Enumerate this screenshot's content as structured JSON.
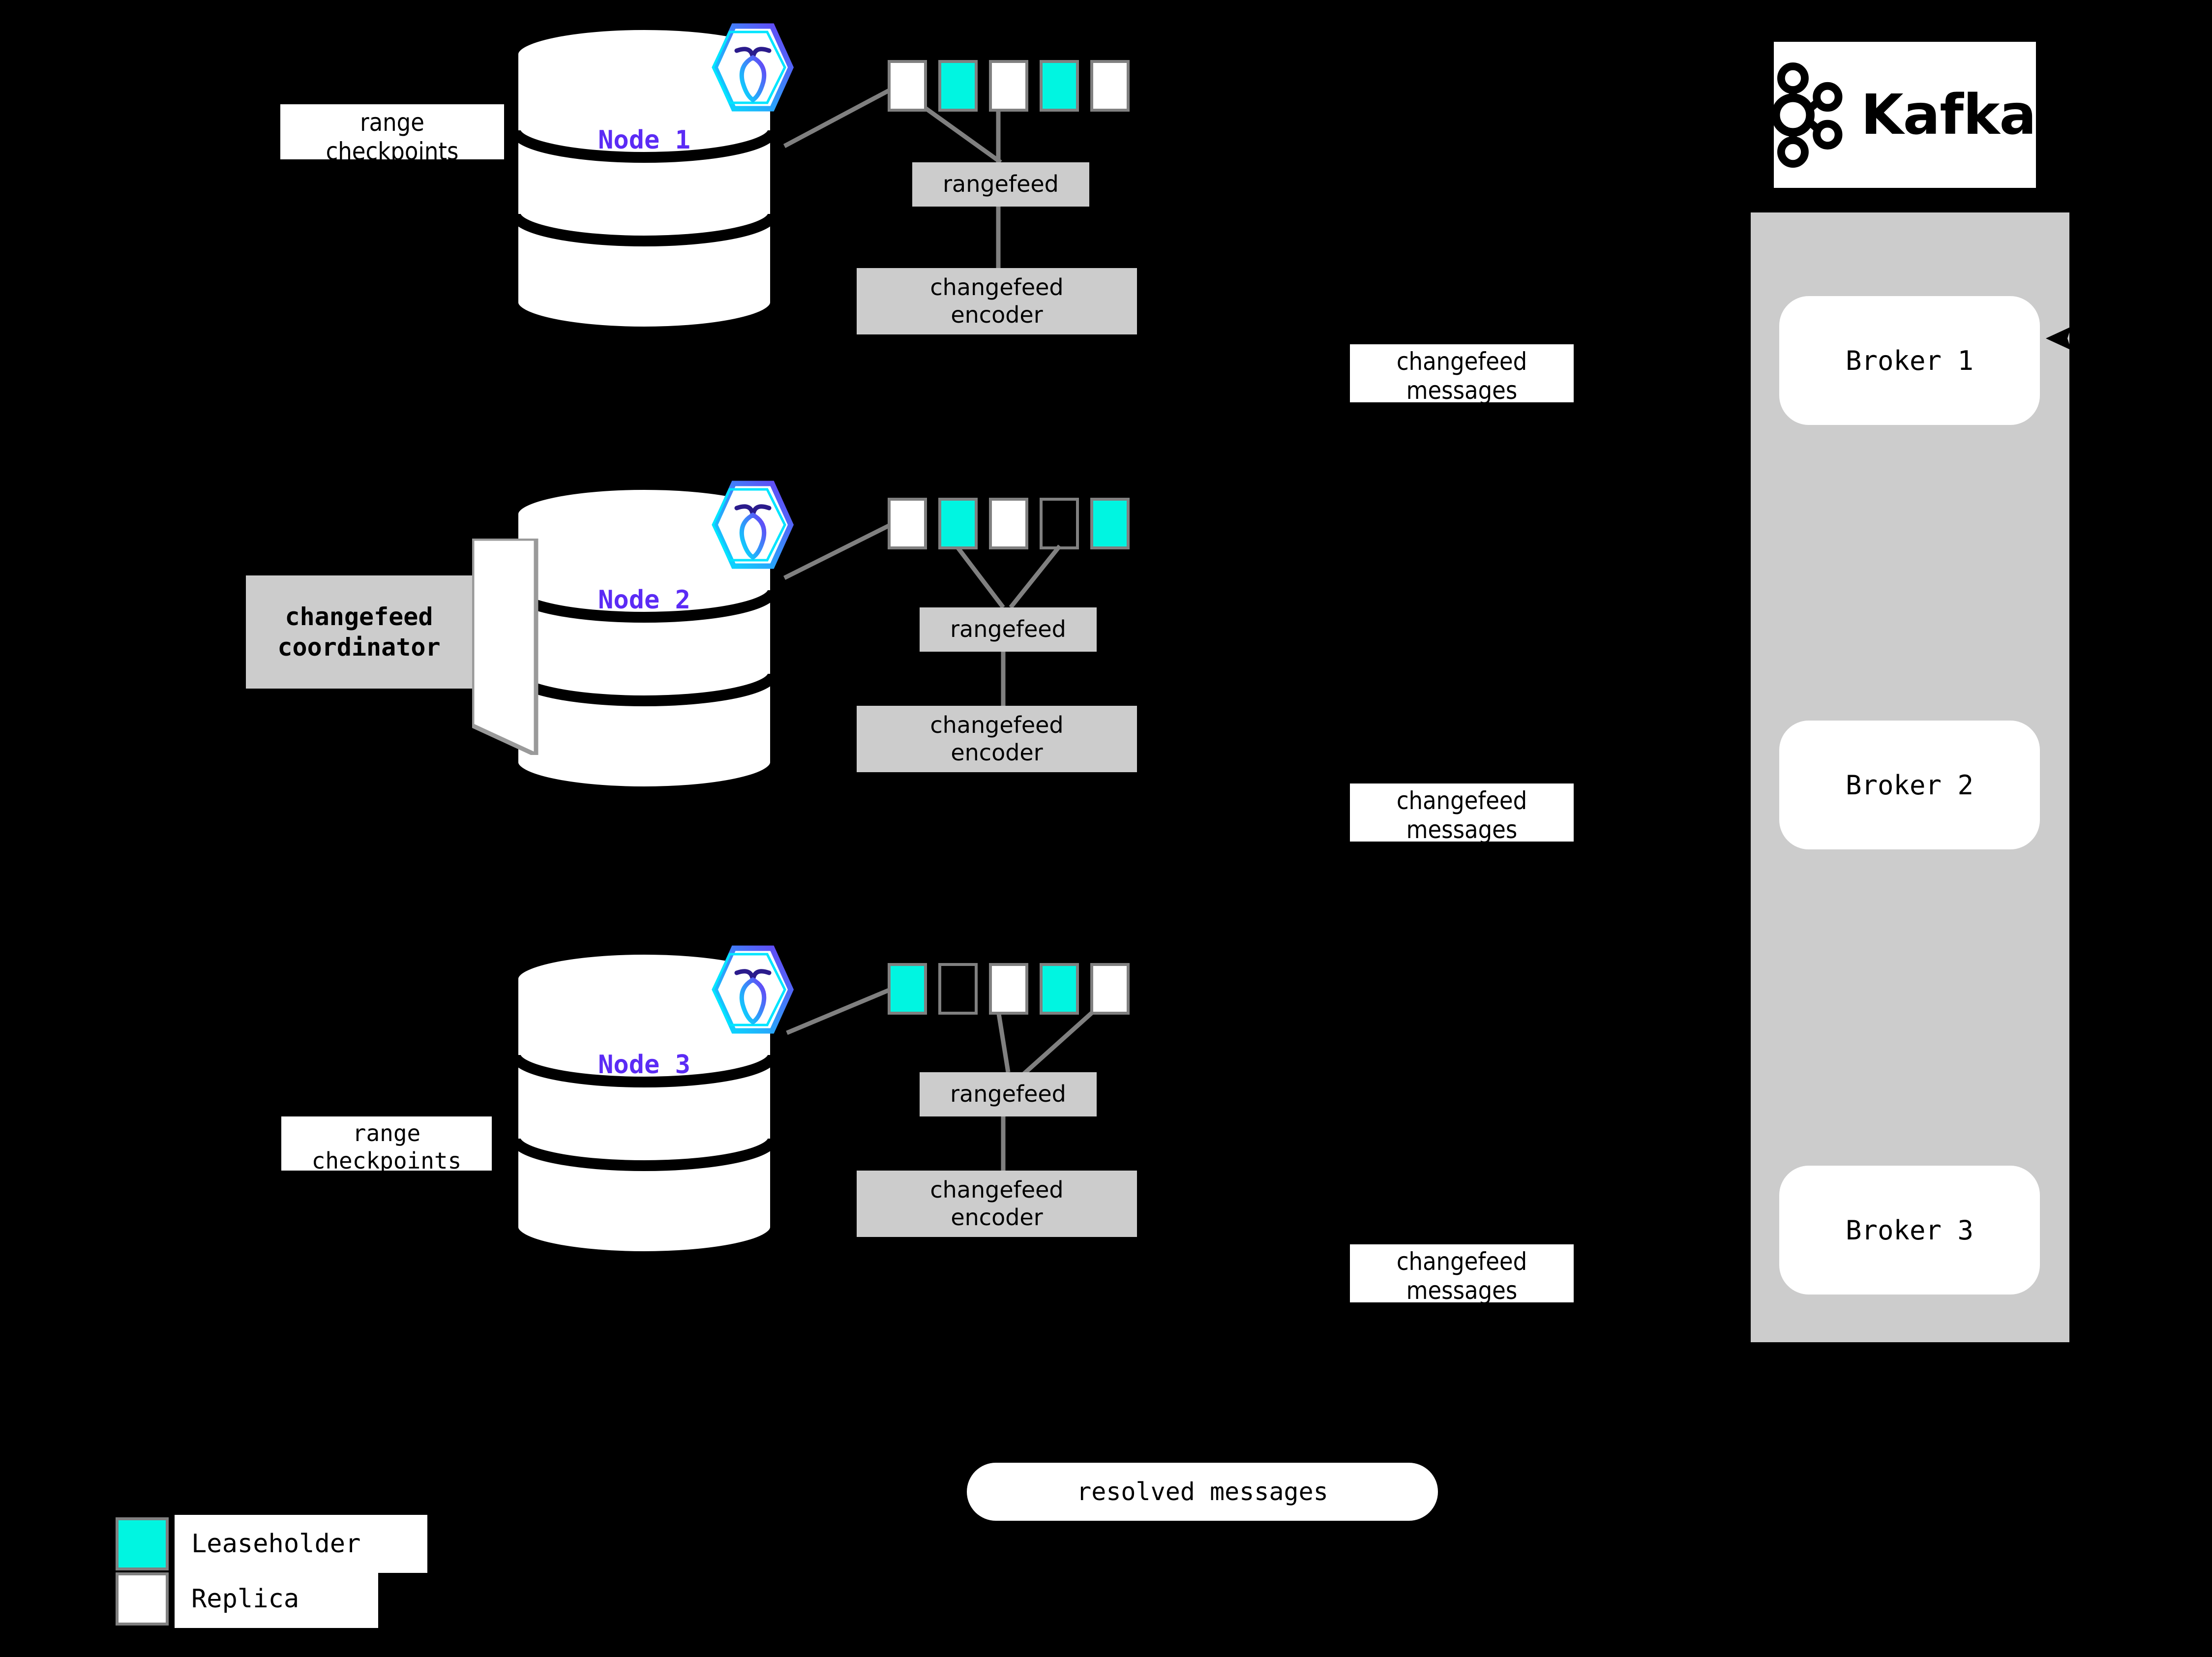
{
  "diagram": {
    "background_color": "#000000",
    "accent_colors": {
      "leaseholder": "#00F5E1",
      "replica": "#FFFFFF",
      "node_label": "#5B2BF5",
      "process_box": "#CCCCCC",
      "connector": "#808080"
    }
  },
  "nodes": [
    {
      "label": "Node 1",
      "logo_icon": "cockroachdb-hexagon-icon",
      "ranges": [
        "replica",
        "leaseholder",
        "replica",
        "leaseholder",
        "replica"
      ],
      "rangefeed_label": "rangefeed",
      "encoder_label": "changefeed\nencoder",
      "checkpoint_label": "range\ncheckpoints"
    },
    {
      "label": "Node 2",
      "logo_icon": "cockroachdb-hexagon-icon",
      "ranges": [
        "replica",
        "leaseholder",
        "replica",
        "empty",
        "leaseholder"
      ],
      "rangefeed_label": "rangefeed",
      "encoder_label": "changefeed\nencoder",
      "coordinator_label": "changefeed\ncoordinator"
    },
    {
      "label": "Node 3",
      "logo_icon": "cockroachdb-hexagon-icon",
      "ranges": [
        "leaseholder",
        "empty",
        "replica",
        "leaseholder",
        "replica"
      ],
      "rangefeed_label": "rangefeed",
      "encoder_label": "changefeed\nencoder",
      "checkpoint_label": "range\ncheckpoints"
    }
  ],
  "messages": {
    "changefeed_label": "changefeed\nmessages",
    "resolved_label": "resolved messages"
  },
  "kafka": {
    "wordmark": "Kafka",
    "logo_icon": "kafka-logo-icon",
    "brokers": [
      "Broker 1",
      "Broker 2",
      "Broker 3"
    ]
  },
  "legend": {
    "items": [
      {
        "swatch": "leaseholder",
        "label": "Leaseholder"
      },
      {
        "swatch": "replica",
        "label": "Replica"
      }
    ]
  }
}
